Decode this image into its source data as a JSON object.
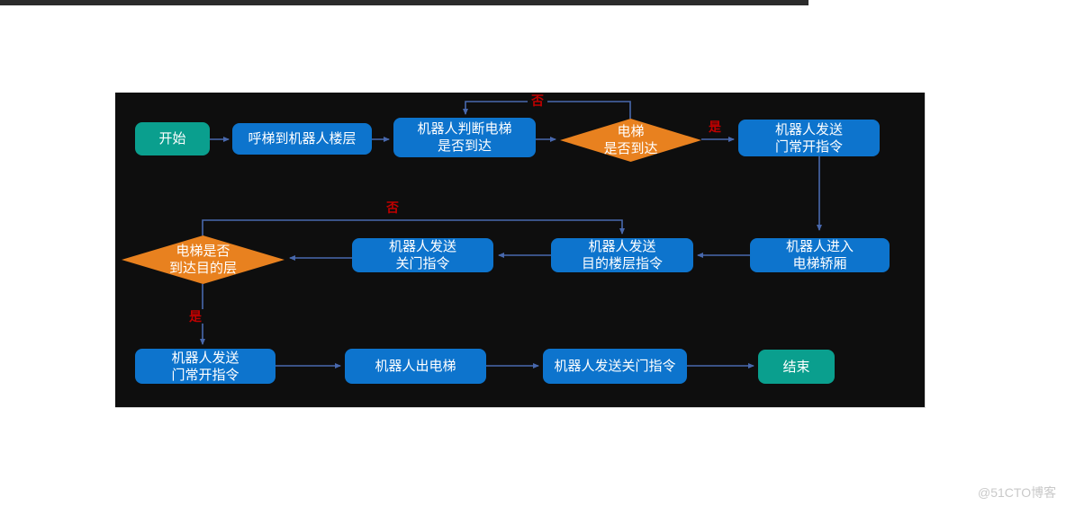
{
  "colors": {
    "top_bar": "#2b2b2b",
    "panel_bg": "#0e0e0e",
    "panel_border": "#d9d9d9",
    "process_fill": "#0d74cd",
    "terminal_fill": "#0a9f8e",
    "decision_fill": "#e8811f",
    "arrow": "#4868ad",
    "node_text": "#ffffff",
    "branch_label": "#c00000",
    "watermark_text": "#c9c9c9"
  },
  "watermark": "@51CTO博客",
  "flowchart": {
    "nodes": {
      "start": {
        "label": "开始",
        "type": "terminal"
      },
      "call_elevator": {
        "label": "呼梯到机器人楼层",
        "type": "process"
      },
      "judge_arrival": {
        "label": "机器人判断电梯\n是否到达",
        "type": "process"
      },
      "elevator_arrived": {
        "label": "电梯\n是否到达",
        "type": "decision"
      },
      "door_open_1": {
        "label": "机器人发送\n门常开指令",
        "type": "process"
      },
      "enter_car": {
        "label": "机器人进入\n电梯轿厢",
        "type": "process"
      },
      "dest_floor": {
        "label": "机器人发送\n目的楼层指令",
        "type": "process"
      },
      "door_close_1": {
        "label": "机器人发送\n关门指令",
        "type": "process"
      },
      "arrived_dest": {
        "label": "电梯是否\n到达目的层",
        "type": "decision"
      },
      "door_open_2": {
        "label": "机器人发送\n门常开指令",
        "type": "process"
      },
      "exit_elevator": {
        "label": "机器人出电梯",
        "type": "process"
      },
      "door_close_2": {
        "label": "机器人发送关门指令",
        "type": "process"
      },
      "end": {
        "label": "结束",
        "type": "terminal"
      }
    },
    "branch_labels": {
      "no_1": "否",
      "yes_1": "是",
      "no_2": "否",
      "yes_2": "是"
    }
  }
}
